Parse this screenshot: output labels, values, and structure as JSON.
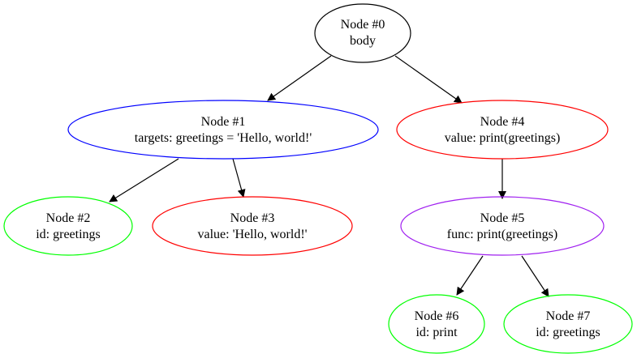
{
  "nodes": [
    {
      "title": "Node #0",
      "label": "body",
      "color": "#000000"
    },
    {
      "title": "Node #1",
      "label": "targets: greetings = 'Hello, world!'",
      "color": "#0000ff"
    },
    {
      "title": "Node #2",
      "label": "id: greetings",
      "color": "#00ff00"
    },
    {
      "title": "Node #3",
      "label": "value: 'Hello, world!'",
      "color": "#ff0000"
    },
    {
      "title": "Node #4",
      "label": "value: print(greetings)",
      "color": "#ff0000"
    },
    {
      "title": "Node #5",
      "label": "func: print(greetings)",
      "color": "#a020f0"
    },
    {
      "title": "Node #6",
      "label": "id: print",
      "color": "#00ff00"
    },
    {
      "title": "Node #7",
      "label": "id: greetings",
      "color": "#00ff00"
    }
  ],
  "edges": [
    {
      "from": "Node #0",
      "to": "Node #1"
    },
    {
      "from": "Node #0",
      "to": "Node #4"
    },
    {
      "from": "Node #1",
      "to": "Node #2"
    },
    {
      "from": "Node #1",
      "to": "Node #3"
    },
    {
      "from": "Node #4",
      "to": "Node #5"
    },
    {
      "from": "Node #5",
      "to": "Node #6"
    },
    {
      "from": "Node #5",
      "to": "Node #7"
    }
  ]
}
